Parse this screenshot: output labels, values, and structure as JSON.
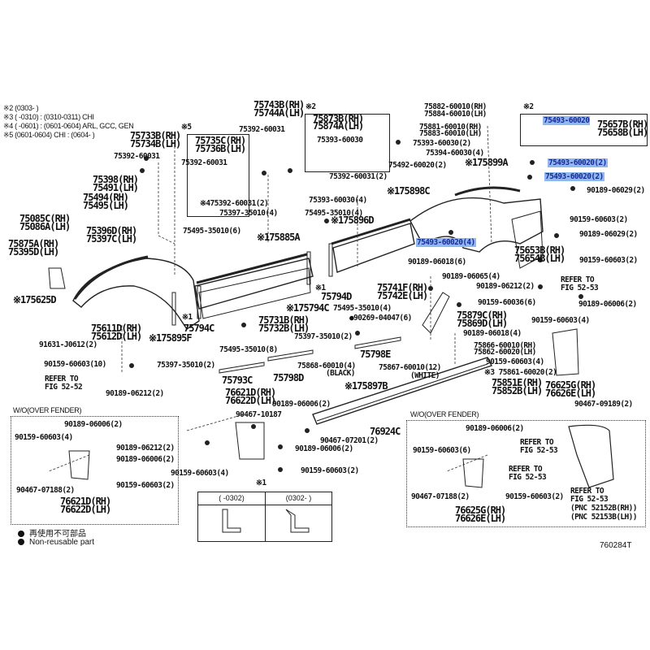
{
  "figure_code": "760284T",
  "footnotes": [
    "※2 (0303-      )",
    "※3 (      -0310) : (0310-0311) CHI",
    "※4 (      -0601) : (0601-0604) ARL, GCC, GEN",
    "※5 (0601-0604) CHI : (0604-      )"
  ],
  "legend": {
    "non_reusable_jp": "再使用不可部品",
    "non_reusable_en": "Non-reusable part"
  },
  "highlight_color": "#8fb8ee",
  "parts": {
    "p75743B": "75743B(RH)",
    "p75744A": "75744A(LH)",
    "p75733B": "75733B(RH)",
    "p75734B": "75734B(LH)",
    "p75392_60031_a": "75392-60031",
    "p75392_60031_b": "75392-60031",
    "p75392_60031_c": "75392-60031",
    "p75735C": "75735C(RH)",
    "p75736B": "75736B(LH)",
    "mark5": "※5",
    "mark2a": "※2",
    "mark2b": "※2",
    "p75873B": "75873B(RH)",
    "p75874A": "75874A(LH)",
    "p75393_60030": "75393-60030",
    "p75392_60031_2": "75392-60031(2)",
    "p75882": "75882-60010(RH)",
    "p75884": "75884-60010(LH)",
    "p75881": "75881-60010(RH)",
    "p75883": "75883-60010(LH)",
    "p75393_60030_2": "75393-60030(2)",
    "p75394_60030_4": "75394-60030(4)",
    "p75492_60020_2": "75492-60020(2)",
    "p75899A": "※175899A",
    "p75493_60020_top": "75493-60020",
    "p75657B": "75657B(RH)",
    "p75658B": "75658B(LH)",
    "p75493_60020_2a": "75493-60020(2)",
    "p75493_60020_2b": "75493-60020(2)",
    "p90189_06029_a": "90189-06029(2)",
    "p75398": "75398(RH)",
    "p75491": "75491(LH)",
    "p75494": "75494(RH)",
    "p75495": "75495(LH)",
    "p75085C": "75085C(RH)",
    "p75086A": "75086A(LH)",
    "p75875A": "75875A(RH)",
    "p75395D": "75395D(LH)",
    "p75396D": "75396D(RH)",
    "p75397C": "75397C(LH)",
    "p75392_60031_4": "※475392-60031(2)",
    "p75397_35010_4": "75397-35010(4)",
    "p75495_35010_6": "75495-35010(6)",
    "p75885A": "※175885A",
    "p75393_60030_4": "75393-60030(4)",
    "p75495_35010_4a": "75495-35010(4)",
    "p75896D": "※175896D",
    "p75898C": "※175898C",
    "p75493_60020_4": "75493-60020(4)",
    "p90159_60603_2a": "90159-60603(2)",
    "p90189_06029_b": "90189-06029(2)",
    "p75653B": "75653B(RH)",
    "p75654B": "75654B(LH)",
    "p90159_60603_2b": "90159-60603(2)",
    "p90189_06018_6": "90189-06018(6)",
    "p90189_06065_4": "90189-06065(4)",
    "p90189_06212_2a": "90189-06212(2)",
    "refer_a1": "REFER TO",
    "refer_a2": "FIG 52-53",
    "p75625D": "※175625D",
    "p75611D": "75611D(RH)",
    "p75612D": "75612D(LH)",
    "p75895F": "※175895F",
    "p91631": "91631-J0612(2)",
    "p90159_60603_10": "90159-60603(10)",
    "refer_b1": "REFER TO",
    "refer_b2": "FIG 52-52",
    "p90189_06212_2b": "90189-06212(2)",
    "mark1a": "※1",
    "p75794C_a": "75794C",
    "p75731B": "75731B(RH)",
    "p75732B": "75732B(LH)",
    "p75794C_b": "※175794C",
    "mark1b": "※1",
    "p75794D": "75794D",
    "p75741F": "75741F(RH)",
    "p75742E": "75742E(LH)",
    "p75495_35010_4b": "75495-35010(4)",
    "p90269": "●90269-04047(6)",
    "p75495_35010_8": "75495-35010(8)",
    "p75397_35010_2a": "75397-35010(2)",
    "p75397_35010_2b": "75397-35010(2)",
    "p75798E": "75798E",
    "p75793C": "75793C",
    "p75798D": "75798D",
    "p75868": "75868-60010(4)",
    "black": "(BLACK)",
    "p75867": "75867-60010(12)",
    "white": "(WHITE)",
    "p75897B": "※175897B",
    "p90159_60036_6": "90159-60036(6)",
    "p75879C": "75879C(RH)",
    "p75869D": "75869D(LH)",
    "p90189_06018_4": "90189-06018(4)",
    "p75866": "75866-60010(RH)",
    "p75862": "75862-60020(LH)",
    "p90159_60603_4a": "90159-60603(4)",
    "p75861": "※3 75861-60020(2)",
    "p75851E": "75851E(RH)",
    "p75852B": "75852B(LH)",
    "p90189_06006_2a": "90189-06006(2)",
    "p90159_60603_4b": "90159-60603(4)",
    "p76625G_a": "76625G(RH)",
    "p76626E_a": "76626E(LH)",
    "p90467_09189": "90467-09189(2)",
    "p76621D_a": "76621D(RH)",
    "p76622D_a": "76622D(LH)",
    "p90189_06006_2b": "90189-06006(2)",
    "p90467_10187": "90467-10187",
    "p90467_07201": "90467-07201(2)",
    "p76924C": "76924C",
    "p90189_06006_2c": "90189-06006(2)",
    "p90159_60603_4c": "90159-60603(4)",
    "p90159_60603_2c": "90159-60603(2)",
    "mark1c": "※1"
  },
  "inset_left": {
    "title": "W/O(OVER FENDER)",
    "p1": "90189-06006(2)",
    "p2": "90159-60603(4)",
    "p3": "90189-06212(2)",
    "p4": "90189-06006(2)",
    "p5": "90467-07188(2)",
    "p6": "90159-60603(2)",
    "p7": "76621D(RH)",
    "p8": "76622D(LH)"
  },
  "inset_right": {
    "title": "W/O(OVER FENDER)",
    "p1": "90189-06006(2)",
    "p2": "90159-60603(6)",
    "refer1a": "REFER TO",
    "refer1b": "FIG 52-53",
    "refer2a": "REFER TO",
    "refer2b": "FIG 52-53",
    "p5": "90467-07188(2)",
    "p6": "90159-60603(2)",
    "p7": "76625G(RH)",
    "p8": "76626E(LH)",
    "refer3a": "REFER TO",
    "refer3b": "FIG 52-53",
    "pnc1": "(PNC 52152B(RH))",
    "pnc2": "(PNC 52153B(LH))"
  },
  "comparison_table": {
    "mark": "※1",
    "col1": "(      -0302)",
    "col2": "(0302-      )"
  }
}
